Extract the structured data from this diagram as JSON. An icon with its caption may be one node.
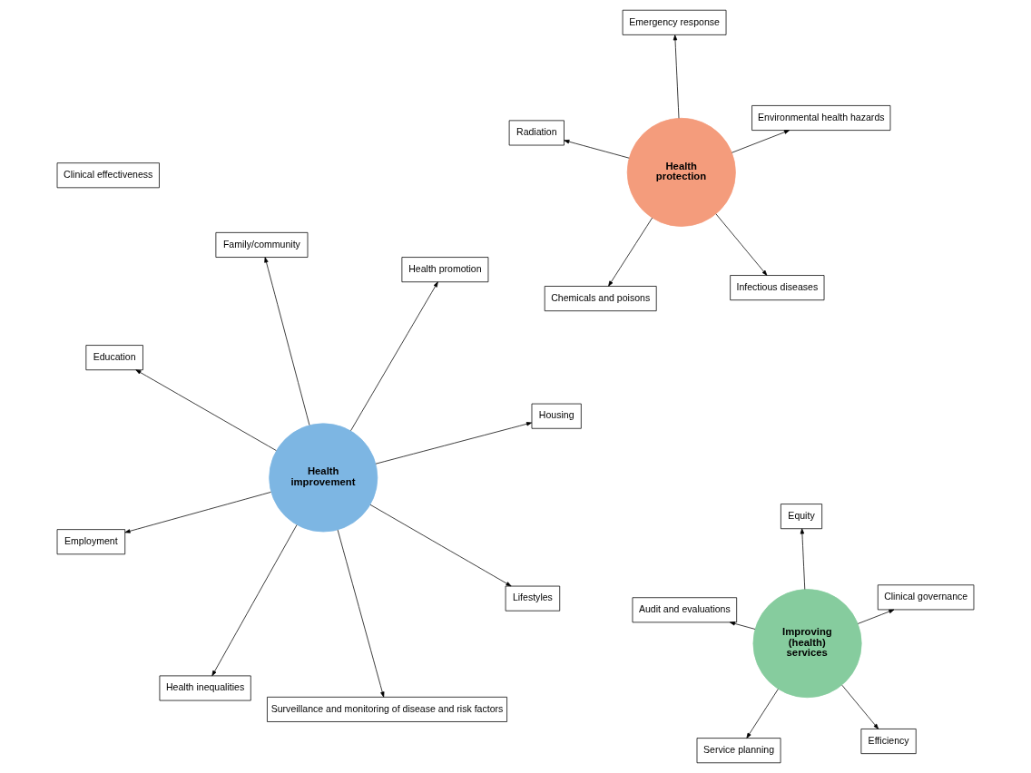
{
  "diagram": {
    "nodes": [
      {
        "text": [
          "Health improvement"
        ]
      },
      {
        "text": [
          "Improving (health) services"
        ]
      },
      {
        "text": [
          "Health protection"
        ]
      },
      {
        "text": [
          "Housing"
        ]
      },
      {
        "text": [
          "Health inequalities"
        ]
      },
      {
        "text": [
          "Education"
        ]
      },
      {
        "text": [
          "Health promotion"
        ]
      },
      {
        "text": [
          "Family/community"
        ]
      },
      {
        "text": [
          "Employment"
        ]
      },
      {
        "text": [
          "Lifestyles"
        ]
      },
      {
        "text": [
          "Surveillance and monitoring of disease and risk factors"
        ]
      },
      {
        "text": [
          "Clinical effectiveness"
        ]
      },
      {
        "text": [
          "Infectious diseases"
        ]
      },
      {
        "text": [
          "Efficiency"
        ]
      },
      {
        "text": [
          "Service planning"
        ]
      },
      {
        "text": [
          "Chemicals and poisons"
        ]
      },
      {
        "text": [
          "Audit and evaluations"
        ]
      },
      {
        "text": [
          "Radiation"
        ]
      },
      {
        "text": [
          "Environmental health hazards"
        ]
      },
      {
        "text": [
          "Clinical governance"
        ]
      },
      {
        "text": [
          "Equity"
        ]
      },
      {
        "text": [
          "Emergency response"
        ]
      }
    ],
    "edges": [
      {
        "from": 0,
        "to": 3,
        "arrow": "to"
      },
      {
        "from": 0,
        "to": 4,
        "arrow": "to"
      },
      {
        "from": 0,
        "to": 5,
        "arrow": "to"
      },
      {
        "from": 0,
        "to": 6,
        "arrow": "to"
      },
      {
        "from": 0,
        "to": 7,
        "arrow": "to"
      },
      {
        "from": 0,
        "to": 8,
        "arrow": "to"
      },
      {
        "from": 0,
        "to": 9,
        "arrow": "to"
      },
      {
        "from": 0,
        "to": 10,
        "arrow": "to"
      },
      {
        "from": 2,
        "to": 12,
        "arrow": "to"
      },
      {
        "from": 1,
        "to": 13,
        "arrow": "to"
      },
      {
        "from": 1,
        "to": 14,
        "arrow": "to"
      },
      {
        "from": 2,
        "to": 15,
        "arrow": "to"
      },
      {
        "from": 1,
        "to": 16,
        "arrow": "to"
      },
      {
        "from": 2,
        "to": 17,
        "arrow": "to"
      },
      {
        "from": 2,
        "to": 18,
        "arrow": "to"
      },
      {
        "from": 1,
        "to": 19,
        "arrow": "to"
      },
      {
        "from": 1,
        "to": 20,
        "arrow": "to"
      },
      {
        "from": 2,
        "to": 21,
        "arrow": "to"
      }
    ]
  }
}
